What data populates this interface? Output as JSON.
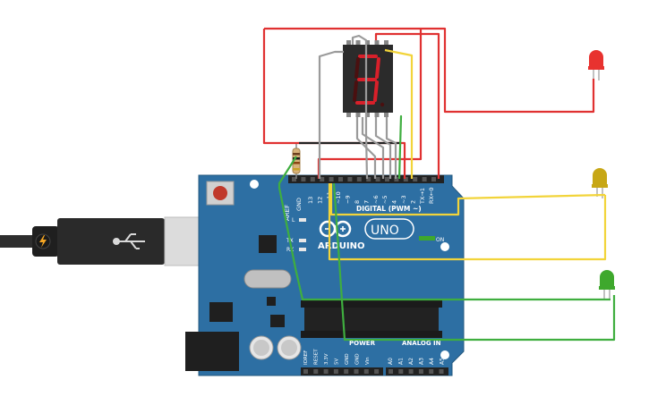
{
  "board": {
    "brand": "ARDUINO",
    "model": "UNO",
    "digital_header_label": "DIGITAL (PWM ~)",
    "aref_label": "AREF",
    "gnd_label": "GND",
    "digital_pins": [
      "13",
      "12",
      "~11",
      "~10",
      "~9",
      "8",
      "7",
      "~6",
      "~5",
      "4",
      "~3",
      "2",
      "TX→1",
      "RX←0"
    ],
    "led_l_label": "L",
    "tx_label": "TX",
    "rx_label": "RX",
    "on_label": "ON",
    "power_label": "POWER",
    "analog_label": "ANALOG IN",
    "power_pins": [
      "IOREF",
      "RESET",
      "3.3V",
      "5V",
      "GND",
      "GND",
      "Vin"
    ],
    "analog_pins": [
      "A0",
      "A1",
      "A2",
      "A3",
      "A4",
      "A5"
    ],
    "colors": {
      "pcb": "#2d6fa3",
      "header": "#222222",
      "text": "#ffffff"
    }
  },
  "display": {
    "digit_shown": "3",
    "segment_on_color": "#d8202a",
    "segment_off_color": "#4a1010",
    "body_color": "#2b2b2b"
  },
  "leds": [
    {
      "name": "red",
      "color": "#e8322f"
    },
    {
      "name": "yellow",
      "color": "#c7a716"
    },
    {
      "name": "green",
      "color": "#3ea82d"
    }
  ],
  "wires": {
    "red": "#e03131",
    "yellow": "#f2d43a",
    "green": "#3fae3f",
    "gray": "#9a9a9a",
    "black": "#222222"
  },
  "usb": {
    "cable_color": "#2e2e2e",
    "plug_color": "#d9d9d9",
    "connector_icon": "lightning-icon"
  }
}
